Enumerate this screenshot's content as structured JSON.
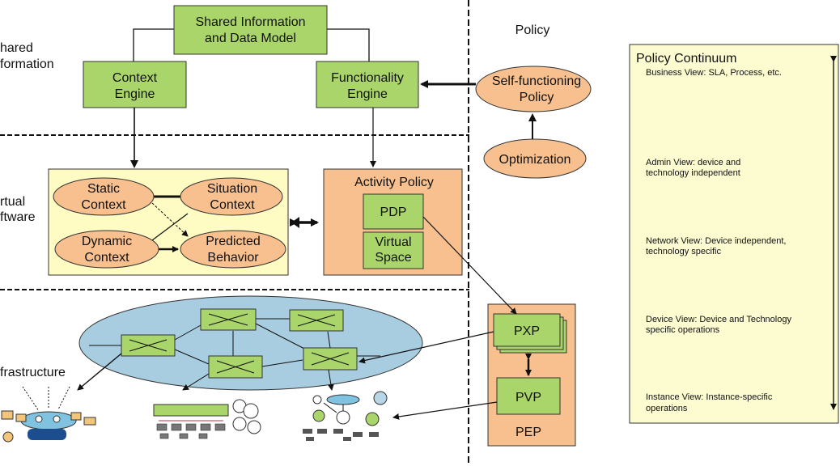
{
  "layers": {
    "shared": [
      "hared",
      "formation"
    ],
    "virtual": [
      "rtual",
      "ftware"
    ],
    "infra": "frastructure"
  },
  "boxes": {
    "shared_model": [
      "Shared Information",
      "and Data Model"
    ],
    "context_engine": [
      "Context",
      "Engine"
    ],
    "functionality_engine": [
      "Functionality",
      "Engine"
    ],
    "static_context": [
      "Static",
      "Context"
    ],
    "situation_context": [
      "Situation",
      "Context"
    ],
    "dynamic_context": [
      "Dynamic",
      "Context"
    ],
    "predicted_behavior": [
      "Predicted",
      "Behavior"
    ],
    "activity_policy": "Activity Policy",
    "pdp": "PDP",
    "virtual_space": [
      "Virtual",
      "Space"
    ],
    "pxp": "PXP",
    "pvp": "PVP",
    "pep": "PEP"
  },
  "policy": {
    "title": "Policy",
    "self_functioning": [
      "Self-functioning",
      "Policy"
    ],
    "optimization": "Optimization"
  },
  "continuum": {
    "title": "Policy Continuum",
    "views": [
      [
        "Business View: SLA, Process, etc."
      ],
      [
        "Admin View: device and",
        "technology independent"
      ],
      [
        "Network View: Device independent,",
        "technology specific"
      ],
      [
        "Device View: Device and Technology",
        "specific operations"
      ],
      [
        "Instance View: Instance-specific",
        "operations"
      ]
    ]
  },
  "colors": {
    "green": "#a9d56b",
    "orange": "#f7c08e",
    "yellow": "#fefcc2",
    "cloud": "#a8cde0",
    "cream": "#fdfbd0"
  }
}
